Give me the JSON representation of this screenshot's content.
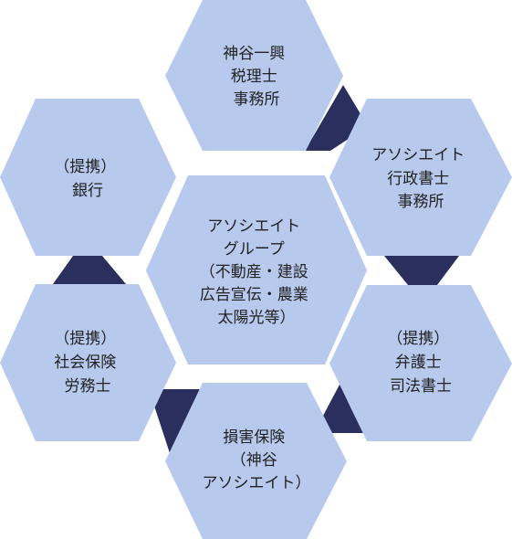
{
  "colors": {
    "hexagon_fill": "#b7c9ec",
    "connector_fill": "#2b2f5e",
    "label_text": "#222222",
    "background": "#ffffff"
  },
  "center": {
    "lines": [
      "アソシエイト",
      "グループ",
      "（不動産・建設",
      "広告宣伝・農業",
      "太陽光等）"
    ]
  },
  "nodes": {
    "kamiya_tax": {
      "lines": [
        "神谷一興",
        "税理士",
        "事務所"
      ]
    },
    "associate_admin": {
      "lines": [
        "アソシエイト",
        "行政書士",
        "事務所"
      ]
    },
    "partner_lawyer": {
      "lines": [
        "（提携）",
        "弁護士",
        "司法書士"
      ]
    },
    "insurance": {
      "lines": [
        "損害保険",
        "（神谷",
        "アソシエイト）"
      ]
    },
    "partner_labor": {
      "lines": [
        "（提携）",
        "社会保険",
        "労務士"
      ]
    },
    "partner_bank": {
      "lines": [
        "（提携）",
        "銀行"
      ]
    }
  }
}
